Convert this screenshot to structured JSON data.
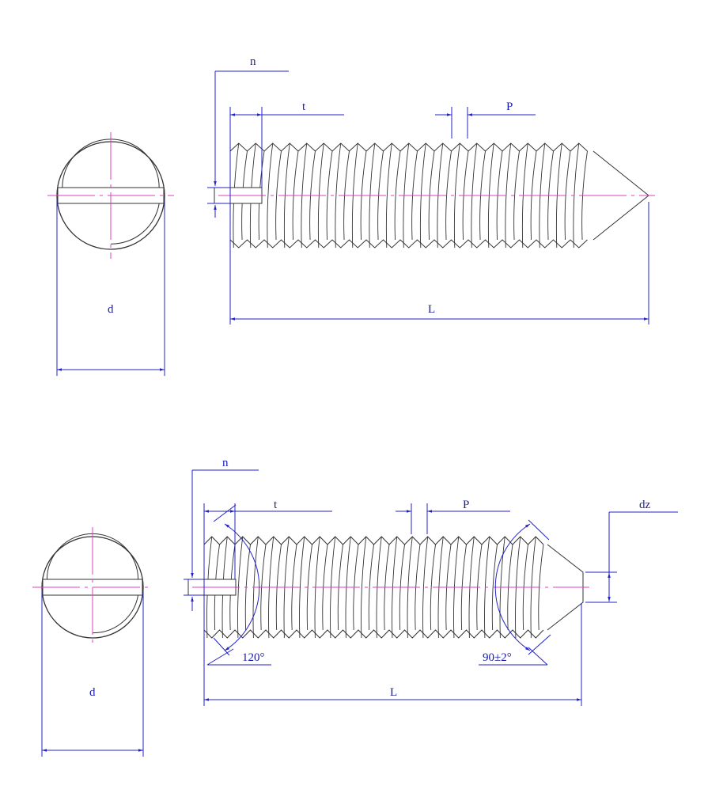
{
  "colors": {
    "dimension": "#2222c8",
    "centerline": "#e040c0",
    "outline": "#333333"
  },
  "views": [
    {
      "name": "top",
      "labels": {
        "d": "d",
        "n": "n",
        "t": "t",
        "P": "P",
        "L": "L"
      }
    },
    {
      "name": "bottom",
      "labels": {
        "d": "d",
        "n": "n",
        "t": "t",
        "P": "P",
        "L": "L",
        "dz": "dz",
        "chamfer_angle": "120°",
        "point_angle": "90±2°"
      }
    }
  ]
}
